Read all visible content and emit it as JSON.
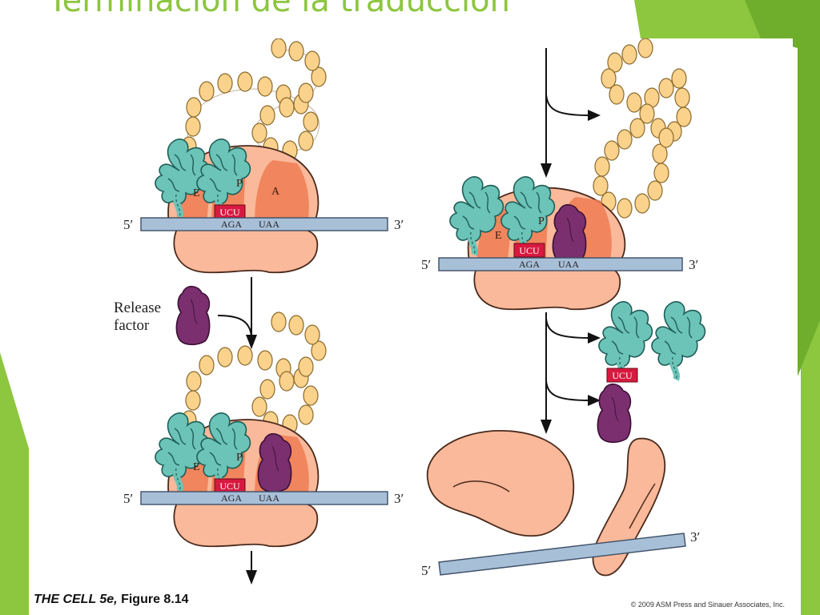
{
  "slide": {
    "title": "Terminación de la traducción",
    "accent_color": "#8dc63f",
    "accent_dark": "#5e9a1e"
  },
  "figure": {
    "caption_book": "THE CELL 5e,",
    "caption_figure": "Figure 8.14",
    "credit": "© 2009 ASM Press and Sinauer Associates, Inc."
  },
  "labels": {
    "five_prime": "5′",
    "three_prime": "3′",
    "site_e": "E",
    "site_p": "P",
    "site_a": "A",
    "anticodon": "UCU",
    "codon_p": "AGA",
    "codon_stop": "UAA",
    "release_factor_line1": "Release",
    "release_factor_line2": "factor"
  },
  "colors": {
    "ribosome_large": "#f9b99a",
    "ribosome_site": "#f07b52",
    "ribosome_small": "#f9b99a",
    "mrna": "#a8bfd8",
    "peptide_bead": "#fbd28c",
    "trna": "#6cc3b8",
    "anticodon_box": "#d7193f",
    "release_factor": "#7b2f6e"
  }
}
